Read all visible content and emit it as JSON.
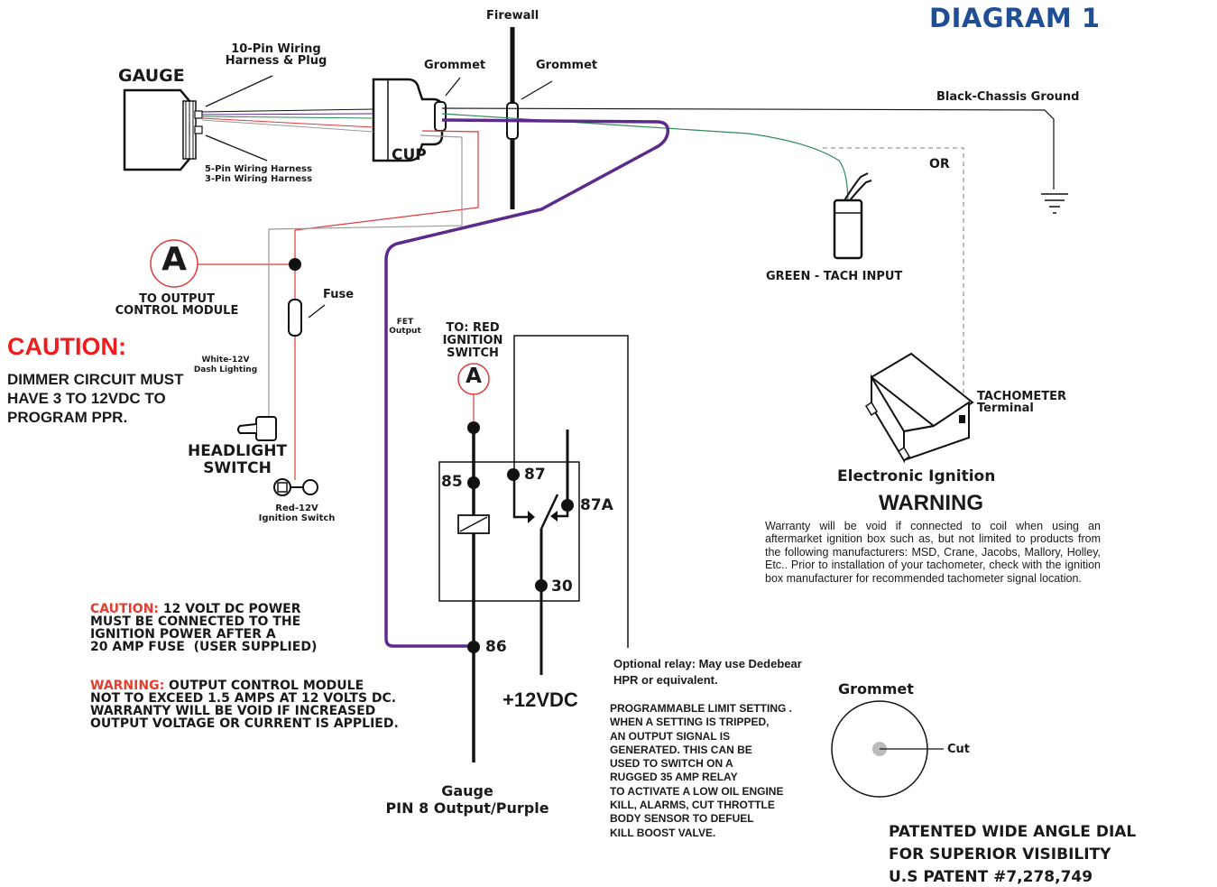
{
  "title": "DIAGRAM 1",
  "labels": {
    "firewall": "Firewall",
    "gauge": "GAUGE",
    "harness10": "10-Pin Wiring\nHarness & Plug",
    "grommet_left": "Grommet",
    "grommet_right": "Grommet",
    "black_ground": "Black-Chassis Ground",
    "cup": "CUP",
    "harness5": "5-Pin Wiring Harness",
    "harness3": "3-Pin Wiring Harness",
    "or": "OR",
    "green_tach": "GREEN - TACH INPUT",
    "a_left": "A",
    "to_output": "TO OUTPUT\nCONTROL MODULE",
    "fuse": "Fuse",
    "fet_output": "FET\nOutput",
    "to_red_ignition": "TO: RED\nIGNITION\nSWITCH",
    "a_center": "A",
    "white_12v": "White-12V\nDash Lighting",
    "headlight_switch": "HEADLIGHT\nSWITCH",
    "red_12v": "Red-12V\nIgnition Switch",
    "tach_terminal": "TACHOMETER\nTerminal",
    "electronic_ignition": "Electronic Ignition",
    "pin85": "85",
    "pin87": "87",
    "pin87a": "87A",
    "pin30": "30",
    "pin86": "86",
    "plus12": "+12VDC",
    "gauge_pin": "Gauge\nPIN 8 Output/Purple",
    "optional_relay": "Optional relay: May use Dedebear\nHPR or equivalent.",
    "programmable": "PROGRAMMABLE LIMIT SETTING .\nWHEN A SETTING IS TRIPPED,\nAN OUTPUT SIGNAL IS\nGENERATED. THIS CAN BE\nUSED TO SWITCH ON A\nRUGGED 35 AMP RELAY\nTO ACTIVATE A LOW OIL ENGINE\nKILL, ALARMS, CUT THROTTLE\nBODY SENSOR TO DEFUEL\nKILL BOOST VALVE.",
    "grommet_bottom": "Grommet",
    "cut": "Cut",
    "patent": "PATENTED WIDE ANGLE DIAL\nFOR SUPERIOR VISIBILITY\nU.S PATENT #7,278,749"
  },
  "caution_main": {
    "heading": "CAUTION:",
    "body": "DIMMER CIRCUIT MUST\nHAVE 3 TO 12VDC TO\nPROGRAM PPR."
  },
  "warning_box": {
    "heading": "WARNING",
    "body": "Warranty will be void if connected to coil when using an aftermarket ignition box such as, but not limited to products from the following manufacturers: MSD, Crane, Jacobs, Mallory, Holley, Etc.. Prior to installation of your tachometer, check with the ignition box manufacturer for recommended tachometer signal location."
  },
  "notes": {
    "caution_label": "CAUTION:",
    "caution_text": " 12 VOLT DC POWER\nMUST BE CONNECTED TO THE\nIGNITION POWER AFTER A\n20 AMP FUSE  (USER SUPPLIED)",
    "warning_label": "WARNING:",
    "warning_text": " OUTPUT CONTROL MODULE\nNOT TO EXCEED 1.5 AMPS AT 12 VOLTS DC.\nWARRANTY WILL BE VOID IF INCREASED\nOUTPUT VOLTAGE OR CURRENT IS APPLIED."
  },
  "colors": {
    "title": "#1f4e96",
    "caution_red": "#ee1c1c",
    "note_red": "#e53d2f",
    "purple_wire": "#5b2a8c",
    "red_wire": "#e03a3a",
    "green_wire": "#2e8b57",
    "white_wire": "#9a9a9a"
  }
}
